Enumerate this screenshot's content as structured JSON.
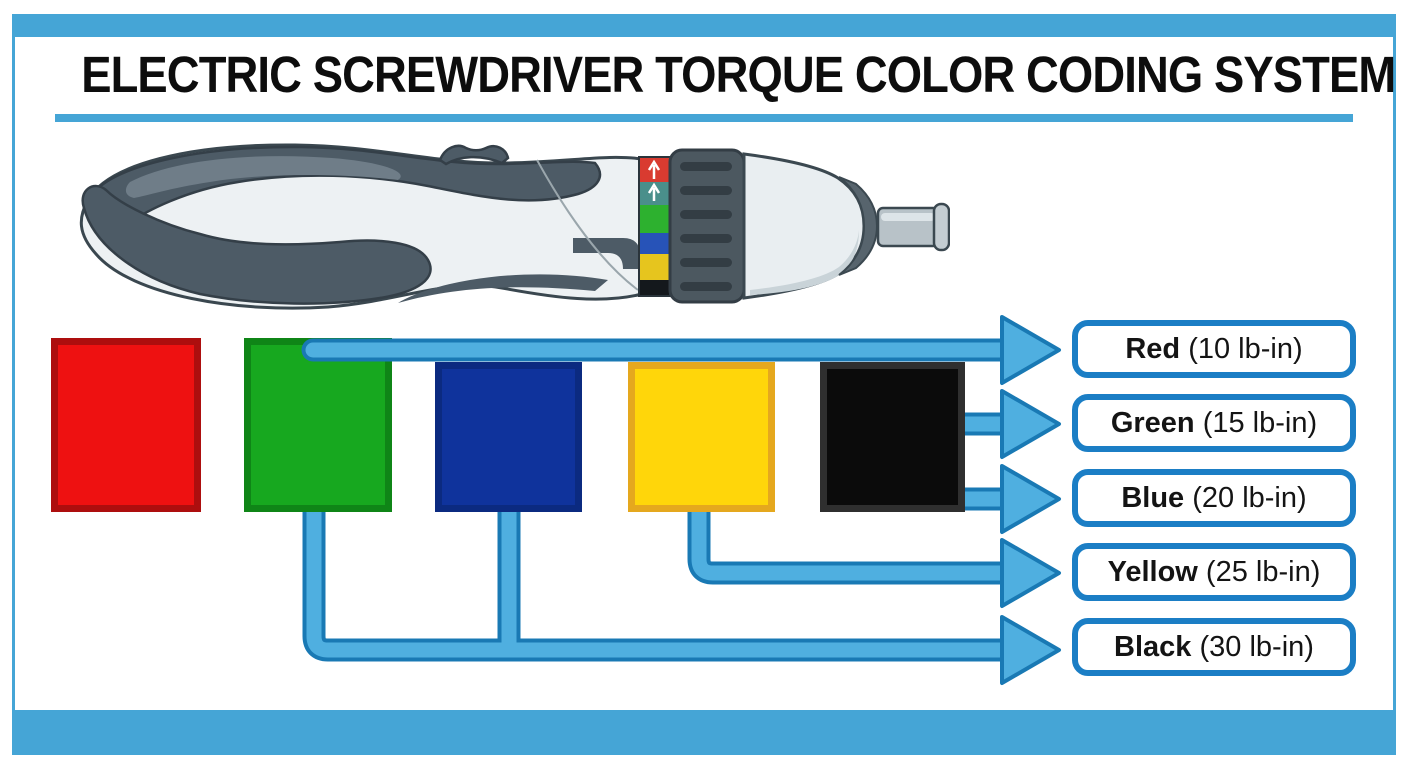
{
  "title": {
    "text": "ELECTRIC SCREWDRIVER TORQUE COLOR CODING SYSTEM"
  },
  "colors": {
    "accent": "#45a5d6",
    "pipe_fill": "#4fafe0",
    "pipe_stroke": "#1979b4",
    "box_border": "#1b7ec5",
    "text": "#111111"
  },
  "legend": {
    "items": [
      {
        "name": "Red",
        "torque": "(10 lb-in)",
        "swatch_fill": "#ee1111",
        "swatch_border": "#ad0e0e"
      },
      {
        "name": "Green",
        "torque": "(15 lb-in)",
        "swatch_fill": "#17a81f",
        "swatch_border": "#0f8517"
      },
      {
        "name": "Blue",
        "torque": "(20 lb-in)",
        "swatch_fill": "#0f339c",
        "swatch_border": "#0b2a80"
      },
      {
        "name": "Yellow",
        "torque": "(25 lb-in)",
        "swatch_fill": "#ffd60a",
        "swatch_border": "#e5a81e"
      },
      {
        "name": "Black",
        "torque": "(30 lb-in)",
        "swatch_fill": "#0b0b0b",
        "swatch_border": "#2f2f2f"
      }
    ]
  },
  "illustration": {
    "name": "electric-screwdriver",
    "band_colors": [
      "#d93b30",
      "#4a8f8b",
      "#2db12f",
      "#2753b8",
      "#e6c51e",
      "#14181c"
    ]
  }
}
